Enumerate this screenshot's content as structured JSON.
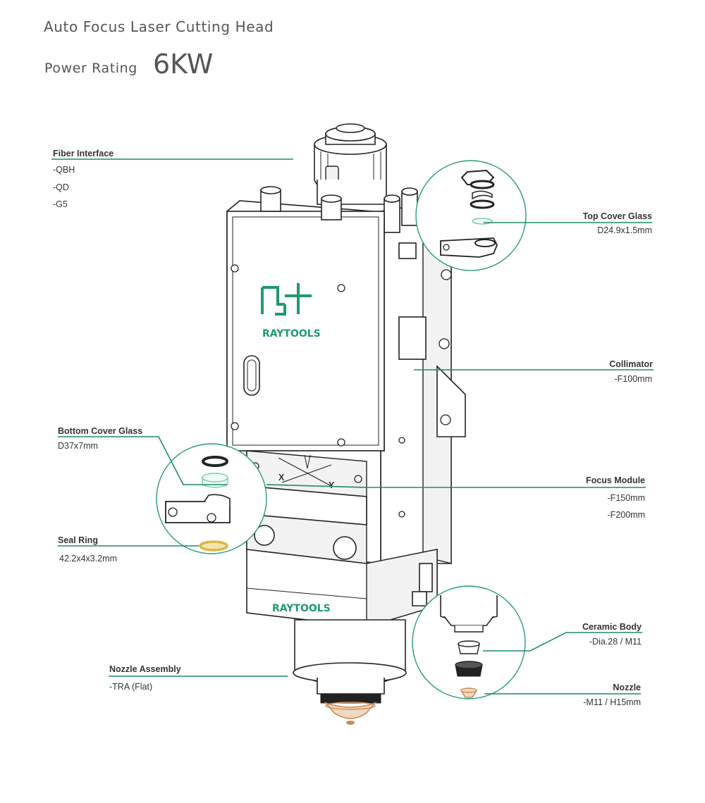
{
  "header": {
    "title": "Auto Focus Laser Cutting Head",
    "power_label": "Power Rating",
    "power_value": "6KW"
  },
  "brand": {
    "name": "RAYTOOLS",
    "color": "#1f9a6a"
  },
  "colors": {
    "leader": "#1f8a68",
    "outline": "#222222",
    "seal_ring": "#d6b84a",
    "nozzle": "#c98a5a"
  },
  "callouts": {
    "fiber_interface": {
      "title": "Fiber Interface",
      "items": [
        "-QBH",
        "-QD",
        "-G5"
      ]
    },
    "top_cover_glass": {
      "title": "Top Cover Glass",
      "items": [
        "D24.9x1.5mm"
      ]
    },
    "collimator": {
      "title": "Collimator",
      "items": [
        "-F100mm"
      ]
    },
    "bottom_cover_glass": {
      "title": "Bottom Cover Glass",
      "items": [
        "D37x7mm"
      ]
    },
    "focus_module": {
      "title": "Focus Module",
      "items": [
        "-F150mm",
        "-F200mm"
      ]
    },
    "seal_ring": {
      "title": "Seal Ring",
      "items": [
        "42.2x4x3.2mm"
      ]
    },
    "ceramic_body": {
      "title": "Ceramic Body",
      "items": [
        "-Dia.28 / M11"
      ]
    },
    "nozzle_assembly": {
      "title": "Nozzle Assembly",
      "items": [
        "-TRA (Flat)"
      ]
    },
    "nozzle": {
      "title": "Nozzle",
      "items": [
        "-M11 / H15mm"
      ]
    }
  },
  "axis_labels": {
    "x": "X",
    "y": "Y"
  }
}
